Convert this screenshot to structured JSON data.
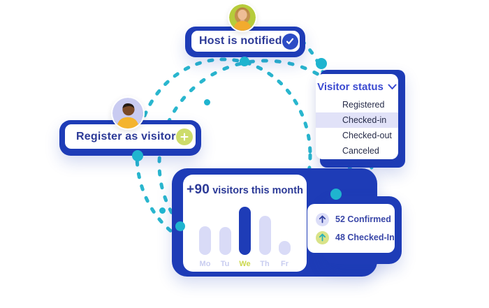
{
  "palette": {
    "card_blue": "#1e3cb7",
    "check_circle_blue": "#2c4cc5",
    "dashed_ring_teal": "#29b6ce",
    "lime": "#cddc6b",
    "lavender": "#d9dbf7",
    "heading_indigo": "#2c3a97",
    "dropdown_title_blue": "#3b4ad1",
    "option_text": "#272c49",
    "selected_row_bg": "#e1e2f8",
    "stats_text_blue": "#3a47a8"
  },
  "host_card": {
    "label": "Host is notified",
    "icon": "check-circle"
  },
  "register_card": {
    "label": "Register as visitor",
    "icon": "plus-circle"
  },
  "status_dropdown": {
    "title": "Visitor status",
    "icon": "chevron-down",
    "options": [
      {
        "label": "Registered",
        "selected": false
      },
      {
        "label": "Checked-in",
        "selected": true
      },
      {
        "label": "Checked-out",
        "selected": false
      },
      {
        "label": "Canceled",
        "selected": false
      }
    ]
  },
  "stats_card": {
    "items": [
      {
        "text": "52 Confirmed",
        "icon": "arrow-up-icon",
        "icon_bg": "#dcdef8",
        "icon_color": "#32409f"
      },
      {
        "text": "48 Checked-In",
        "icon": "arrow-up-icon",
        "icon_bg": "#d9e388",
        "icon_color": "#2ab0b8"
      }
    ]
  },
  "chart_data": {
    "type": "bar",
    "title": "+90 visitors this month",
    "title_value": "+90",
    "title_rest": " visitors this month",
    "categories": [
      "Mo",
      "Tu",
      "We",
      "Th",
      "Fr"
    ],
    "values_relative": [
      59,
      58,
      100,
      81,
      29
    ],
    "highlight_index": 2,
    "xlabel": "",
    "ylabel": "",
    "grid": false,
    "legend": false,
    "bar_color": "#d9dbf7",
    "highlight_bar_color": "#1e3cb7"
  }
}
